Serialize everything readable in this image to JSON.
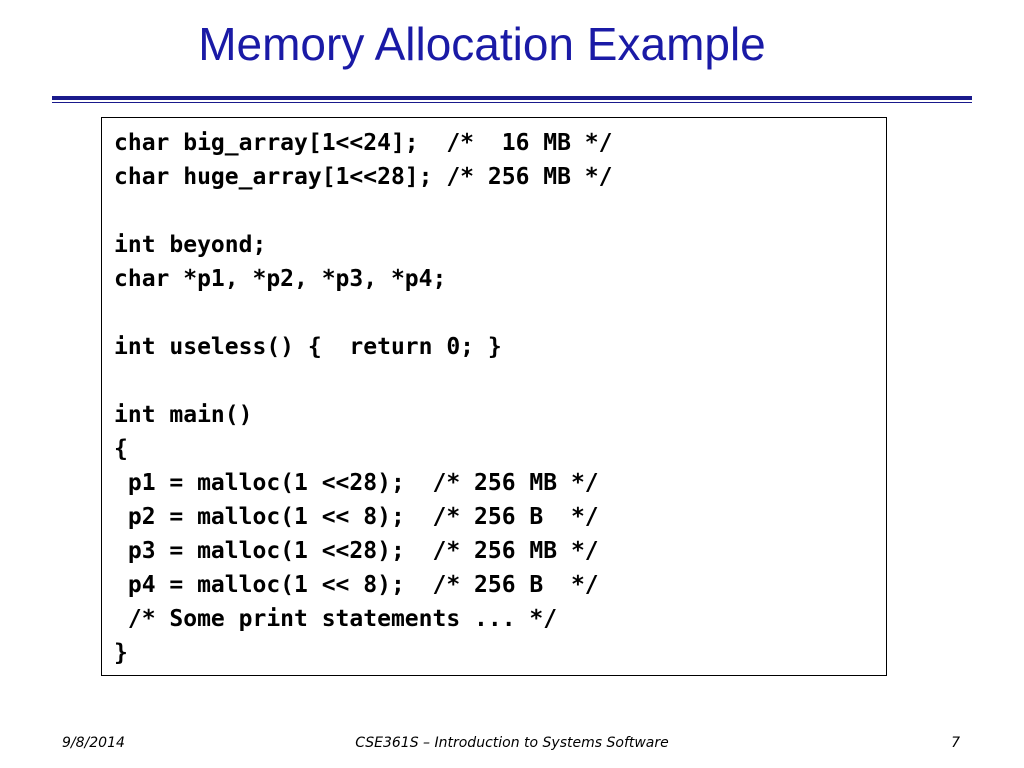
{
  "slide": {
    "title": "Memory Allocation Example"
  },
  "code": {
    "lines": [
      "char big_array[1<<24];  /*  16 MB */",
      "char huge_array[1<<28]; /* 256 MB */",
      "",
      "int beyond;",
      "char *p1, *p2, *p3, *p4;",
      "",
      "int useless() {  return 0; }",
      "",
      "int main()",
      "{",
      " p1 = malloc(1 <<28);  /* 256 MB */",
      " p2 = malloc(1 << 8);  /* 256 B  */",
      " p3 = malloc(1 <<28);  /* 256 MB */",
      " p4 = malloc(1 << 8);  /* 256 B  */",
      " /* Some print statements ... */",
      "}"
    ]
  },
  "footer": {
    "date": "9/8/2014",
    "course": "CSE361S – Introduction to Systems Software",
    "page": "7"
  }
}
